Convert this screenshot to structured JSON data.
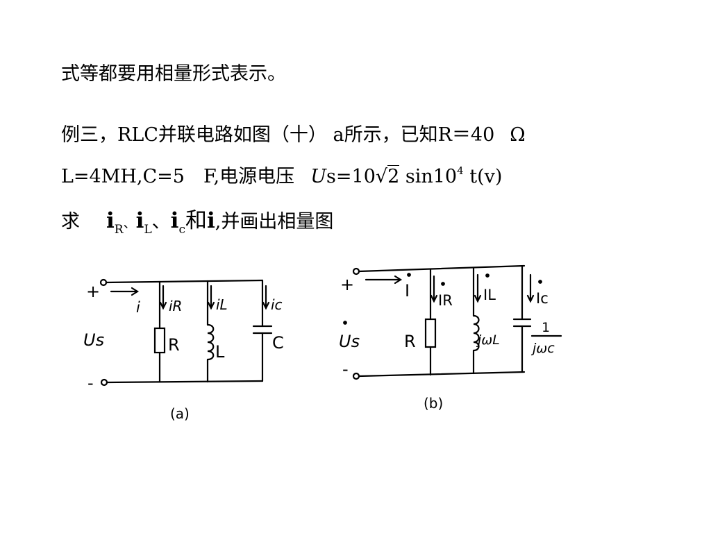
{
  "text": {
    "line1": "式等都要用相量形式表示。",
    "line2_main": "例三，RLC并联电路如图（十） a所示，已知R＝40",
    "line2_omega": "Ω",
    "line3_params": "L=4MH,C=5　F,电源电压",
    "line3_formula_U": "U",
    "line3_formula_rest": "s=10",
    "line3_sqrt_arg": "2",
    "line3_sin": "sin10",
    "line3_exp": "4",
    "line3_tail": "t(v)",
    "line4_qiu": "求",
    "line4_i": "i",
    "line4_sub_R": "R",
    "line4_sep1": "、",
    "line4_sub_L": "L",
    "line4_sep2": "、",
    "line4_sub_c": "c",
    "line4_he": "和",
    "line4_tail": ",并画出相量图"
  },
  "diagram_a": {
    "source_plus": "+",
    "source_minus": "-",
    "source_label": "Us",
    "current_main": "i",
    "current_R": "iR",
    "current_L": "iL",
    "current_C": "ic",
    "label_R": "R",
    "label_L": "L",
    "label_C": "C",
    "caption": "(a)"
  },
  "diagram_b": {
    "source_plus": "+",
    "source_minus": "-",
    "source_label": "Us",
    "current_main": "I",
    "current_R": "IR",
    "current_L": "IL",
    "current_C": "Ic",
    "label_R": "R",
    "label_L": "jωL",
    "label_C_num": "1",
    "label_C_den": "jωc",
    "caption": "(b)"
  }
}
